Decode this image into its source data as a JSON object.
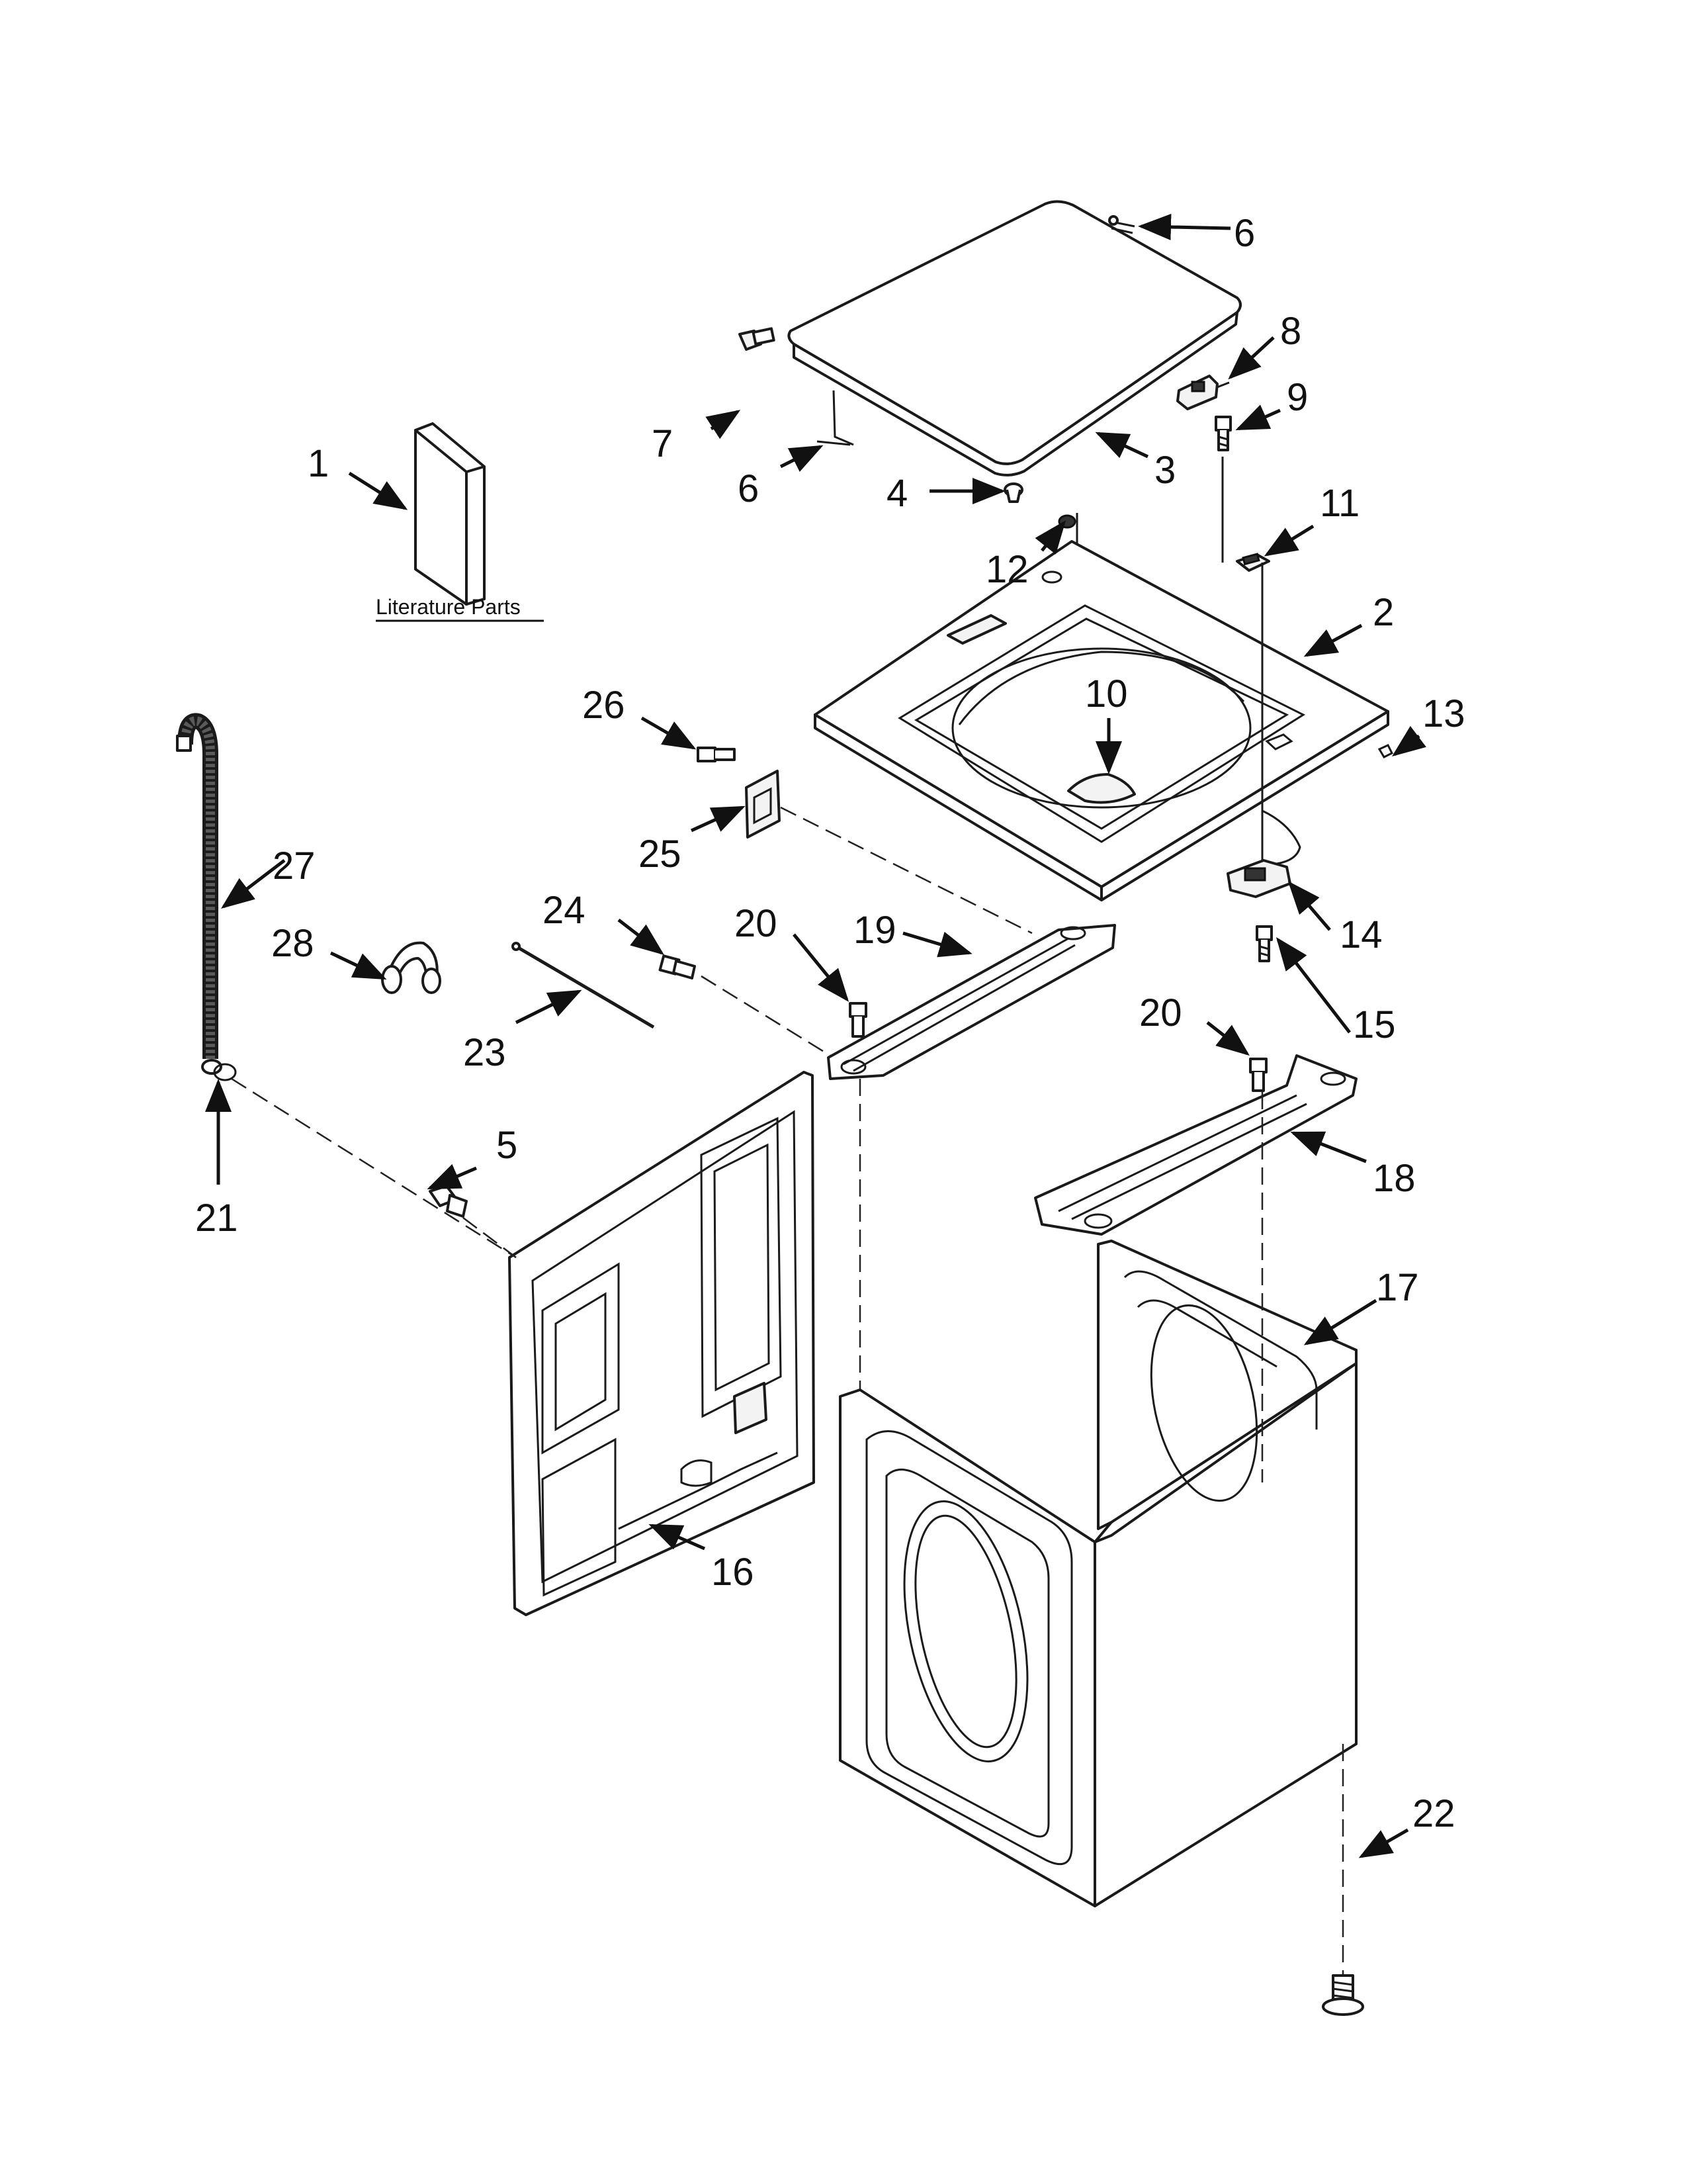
{
  "literature_label": "Literature Parts",
  "callouts": {
    "c1": "1",
    "c2": "2",
    "c3": "3",
    "c4": "4",
    "c5": "5",
    "c6a": "6",
    "c6b": "6",
    "c7": "7",
    "c8": "8",
    "c9": "9",
    "c10": "10",
    "c11": "11",
    "c12": "12",
    "c13": "13",
    "c14": "14",
    "c15": "15",
    "c16": "16",
    "c17": "17",
    "c18": "18",
    "c19": "19",
    "c20a": "20",
    "c20b": "20",
    "c21": "21",
    "c22": "22",
    "c23": "23",
    "c24": "24",
    "c25": "25",
    "c26": "26",
    "c27": "27",
    "c28": "28"
  }
}
